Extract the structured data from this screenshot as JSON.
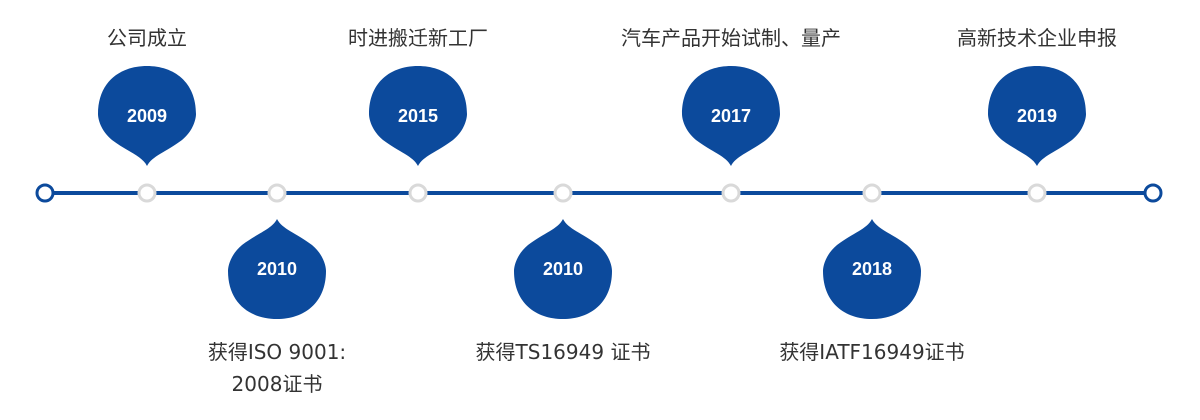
{
  "colors": {
    "primary": "#0c4a9c",
    "node_fill": "#ffffff",
    "node_stroke": "#d9d9d9",
    "caption_text": "#333333",
    "year_text": "#ffffff"
  },
  "milestones": [
    {
      "year": "2009",
      "caption_lines": [
        "公司成立"
      ],
      "side": "top"
    },
    {
      "year": "2010",
      "caption_lines": [
        "获得ISO 9001:",
        "2008证书"
      ],
      "side": "bottom"
    },
    {
      "year": "2015",
      "caption_lines": [
        "时进搬迁新工厂"
      ],
      "side": "top"
    },
    {
      "year": "2010",
      "caption_lines": [
        "获得TS16949 证书"
      ],
      "side": "bottom"
    },
    {
      "year": "2017",
      "caption_lines": [
        "汽车产品开始试制、量产"
      ],
      "side": "top"
    },
    {
      "year": "2018",
      "caption_lines": [
        "获得IATF16949证书"
      ],
      "side": "bottom"
    },
    {
      "year": "2019",
      "caption_lines": [
        "高新技术企业申报"
      ],
      "side": "top"
    }
  ]
}
